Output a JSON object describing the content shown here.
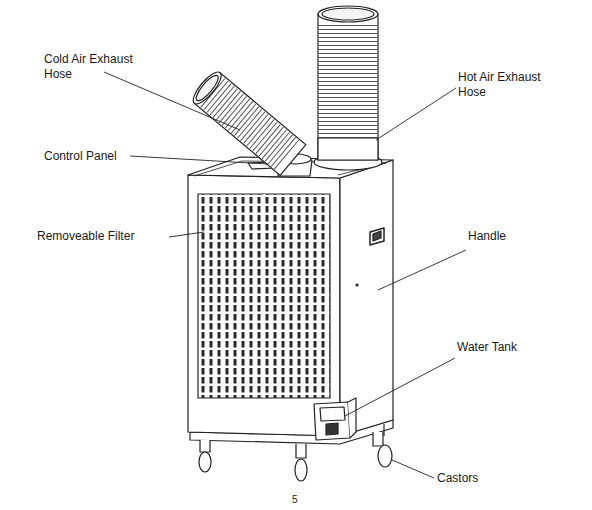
{
  "diagram": {
    "labels": [
      "Cold Air Exhaust Hose",
      "Hot Air Exhaust Hose",
      "Control Panel",
      "Removeable Filter",
      "Handle",
      "Water Tank",
      "Castors",
      "5"
    ]
  }
}
